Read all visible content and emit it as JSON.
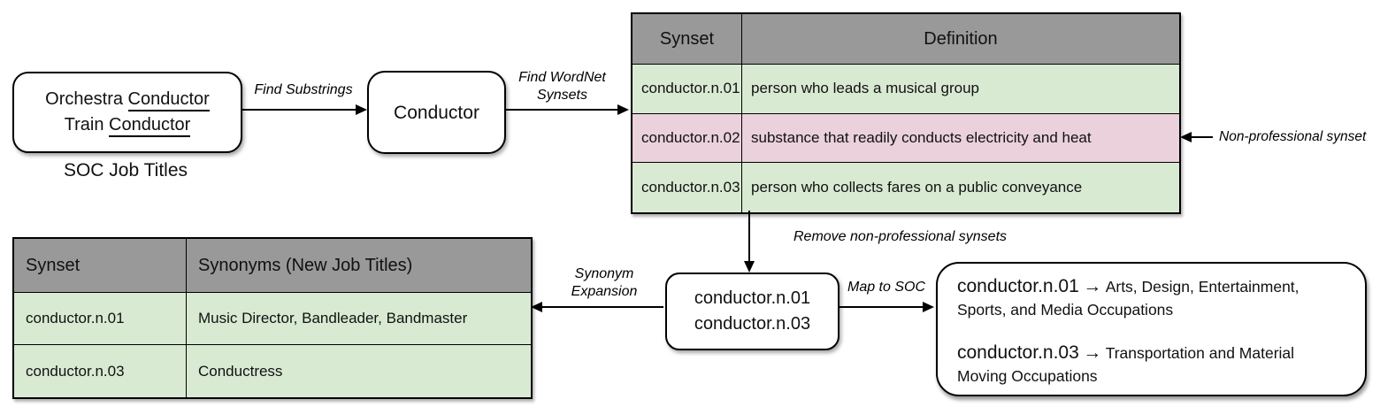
{
  "boxes": {
    "soc_titles": {
      "line1_text": "Orchestra ",
      "line1_underline": "Conductor",
      "line2_text": "Train ",
      "line2_underline": "Conductor",
      "caption": "SOC Job Titles"
    },
    "conductor": {
      "label": "Conductor"
    },
    "filtered_synsets": {
      "line1": "conductor.n.01",
      "line2": "conductor.n.03"
    },
    "soc_mapping": {
      "items": [
        {
          "synset": "conductor.n.01",
          "arrow": "→",
          "occupation": "Arts, Design, Entertainment, Sports, and Media Occupations"
        },
        {
          "synset": "conductor.n.03",
          "arrow": "→",
          "occupation": "Transportation and Material Moving Occupations"
        }
      ]
    }
  },
  "labels": {
    "find_substrings": "Find Substrings",
    "find_wordnet_synsets_line1": "Find WordNet",
    "find_wordnet_synsets_line2": "Synsets",
    "non_professional_synset": "Non-professional synset",
    "remove_non_professional": "Remove non-professional synsets",
    "synonym_expansion_line1": "Synonym",
    "synonym_expansion_line2": "Expansion",
    "map_to_soc": "Map to SOC"
  },
  "wordnet_table": {
    "headers": [
      "Synset",
      "Definition"
    ],
    "rows": [
      {
        "synset": "conductor.n.01",
        "definition": "person who leads a musical group",
        "status": "professional"
      },
      {
        "synset": "conductor.n.02",
        "definition": "substance that readily conducts electricity and heat",
        "status": "non-professional"
      },
      {
        "synset": "conductor.n.03",
        "definition": "person who collects fares on a public conveyance",
        "status": "professional"
      }
    ]
  },
  "synonyms_table": {
    "headers": [
      "Synset",
      "Synonyms (New Job Titles)"
    ],
    "rows": [
      {
        "synset": "conductor.n.01",
        "synonyms": "Music Director, Bandleader, Bandmaster"
      },
      {
        "synset": "conductor.n.03",
        "synonyms": "Conductress"
      }
    ]
  },
  "colors": {
    "header_gray": "#999999",
    "professional_green": "#d9ead3",
    "non_professional_pink": "#ead1dc",
    "border_black": "#000000",
    "background": "#ffffff"
  }
}
